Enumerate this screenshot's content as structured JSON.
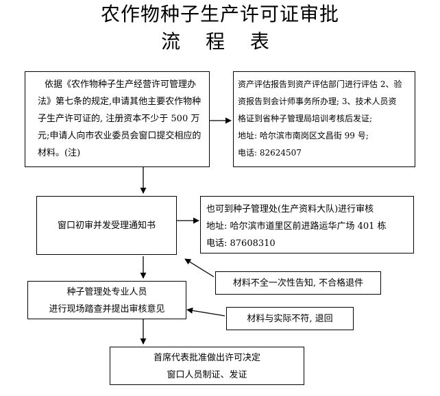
{
  "title": {
    "line1": "农作物种子生产许可证审批",
    "line2": "流 程 表"
  },
  "boxes": {
    "apply": {
      "lines": [
        "依据《农作物种子生产经营许可管理办",
        "法》第七条的规定,申请其他主要农作物种",
        "子生产许可证的, 注册资本不少于 500 万",
        "元;申请人向市农业委员会窗口提交相应的",
        "材料。(注)"
      ]
    },
    "note": {
      "lines": [
        "资产评估报告到资产评估部门进行评估 2、验",
        "资报告到会计师事务所办理; 3、技术人员资",
        "格证到省种子管理局培训考核后发证;",
        "地址: 哈尔滨市南岗区文昌街 99 号;",
        "电话: 82624507"
      ]
    },
    "window_review": {
      "lines": [
        "窗口初审并发受理通知书"
      ]
    },
    "alt_office": {
      "lines": [
        "也可到种子管理处(生产资料大队)进行审核",
        "地址: 哈尔滨市道里区前进路运华广场 401 栋",
        "电话: 87608310"
      ]
    },
    "incomplete": {
      "lines": [
        "材料不全一次性告知, 不合格退件"
      ]
    },
    "expert": {
      "lines": [
        "种子管理处专业人员",
        "进行现场踏查并提出审核意见"
      ]
    },
    "mismatch": {
      "lines": [
        "材料与实际不符, 退回"
      ]
    },
    "final": {
      "lines": [
        "首席代表批准做出许可决定",
        "窗口人员制证、发证"
      ]
    }
  }
}
